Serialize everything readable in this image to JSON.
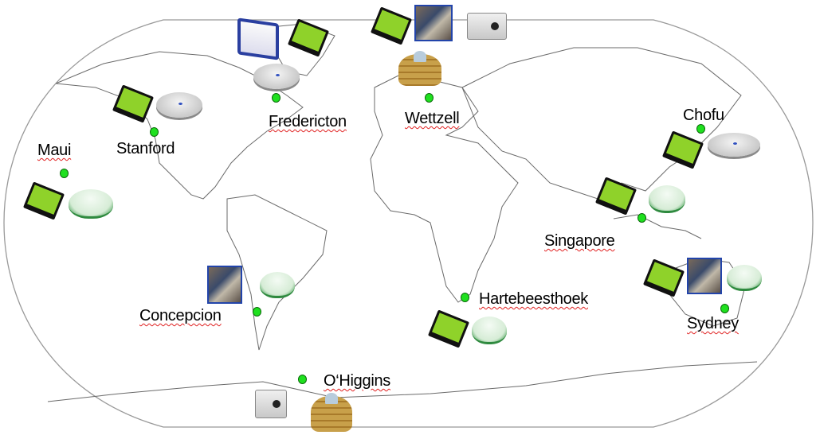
{
  "title": "Station network world map",
  "stations": [
    {
      "name": "Maui",
      "devices": [
        "receiver-icon",
        "gnss-antenna-icon"
      ]
    },
    {
      "name": "Stanford",
      "devices": [
        "receiver-icon",
        "disc-antenna-icon"
      ]
    },
    {
      "name": "Fredericton",
      "devices": [
        "blue-receiver-box-icon",
        "receiver-icon",
        "disc-antenna-icon"
      ]
    },
    {
      "name": "Wettzell",
      "devices": [
        "receiver-icon",
        "clock-photo-icon",
        "silver-receiver-icon",
        "choke-ring-antenna-icon"
      ]
    },
    {
      "name": "Chofu",
      "devices": [
        "receiver-icon",
        "disc-antenna-icon"
      ]
    },
    {
      "name": "Singapore",
      "devices": [
        "receiver-icon",
        "gnss-antenna-icon"
      ]
    },
    {
      "name": "Hartebeesthoek",
      "devices": [
        "receiver-icon",
        "gnss-antenna-icon"
      ]
    },
    {
      "name": "Concepcion",
      "devices": [
        "clock-photo-icon",
        "gnss-antenna-icon"
      ]
    },
    {
      "name": "Sydney",
      "devices": [
        "receiver-icon",
        "clock-photo-icon",
        "gnss-antenna-icon"
      ]
    },
    {
      "name": "O‘Higgins",
      "devices": [
        "silver-receiver-icon",
        "choke-ring-antenna-icon"
      ]
    }
  ],
  "colors": {
    "station_dot": "#1fe01f",
    "receiver": "#8fd22a",
    "map_line": "#6a6a6a"
  }
}
